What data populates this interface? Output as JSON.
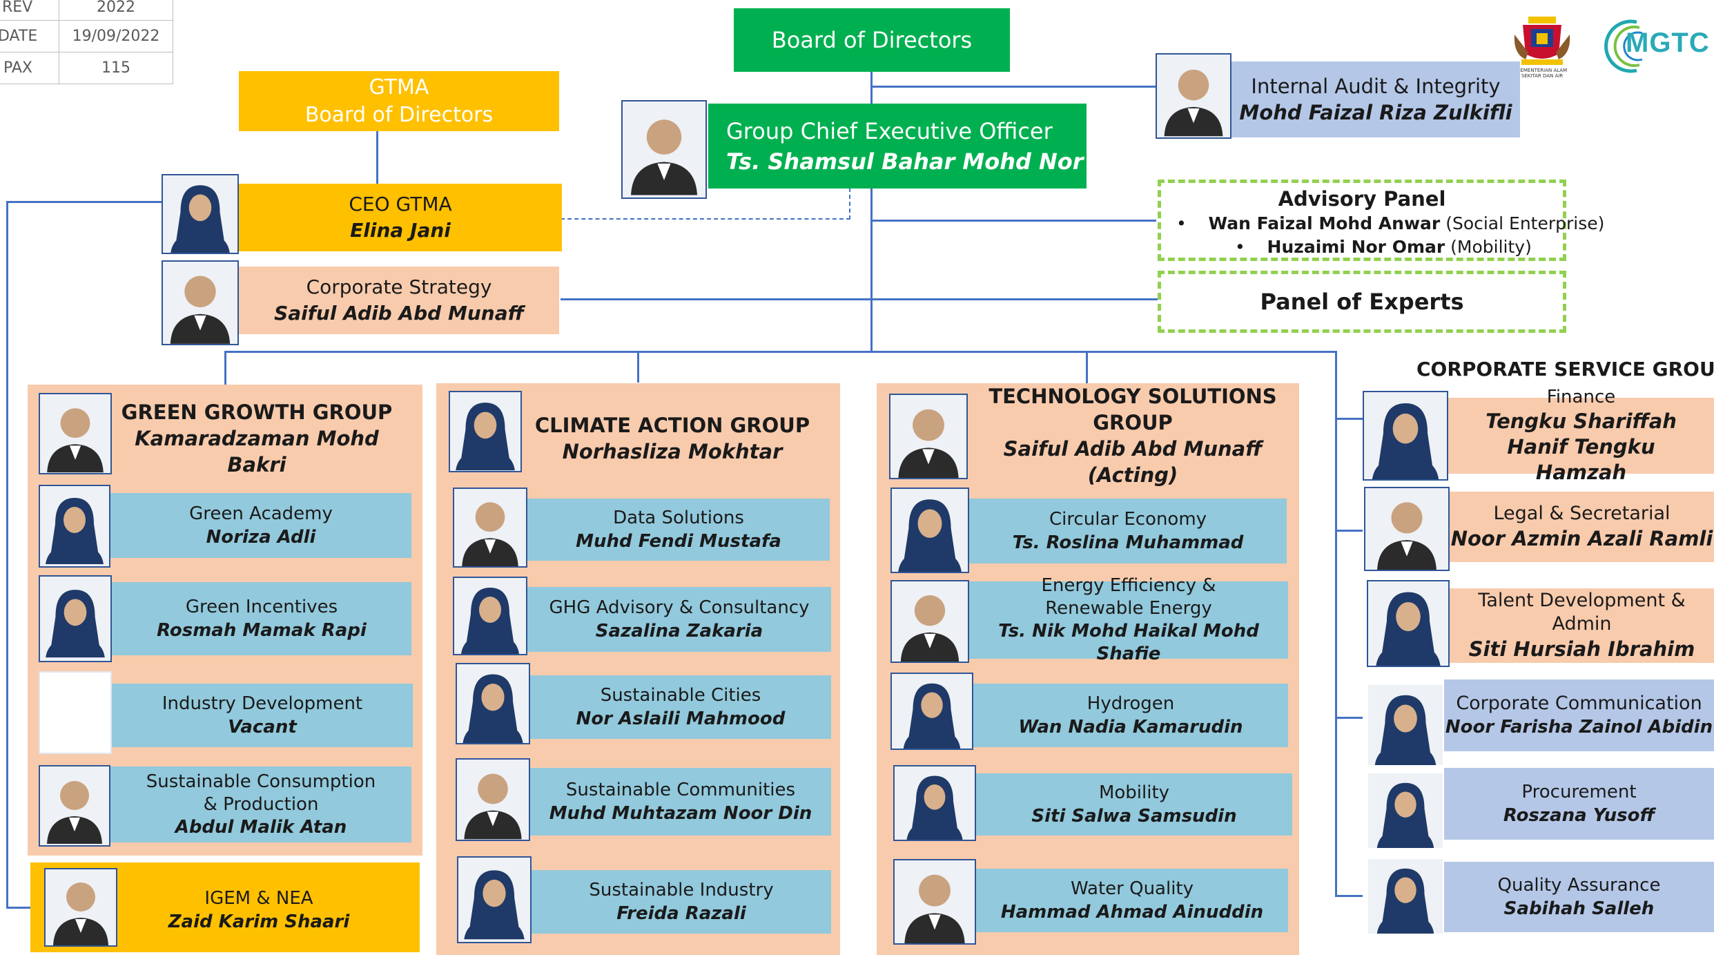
{
  "rev_table": {
    "rev_label": "REV",
    "rev_value": "2022",
    "date_label": "DATE",
    "date_value": "19/09/2022",
    "pax_label": "PAX",
    "pax_value": "115"
  },
  "logos": {
    "ministry_text": "KEMENTERIAN ALAM SEKITAR DAN AIR",
    "mgtc": "MGTC"
  },
  "board": {
    "label": "Board of Directors"
  },
  "gtma_board": {
    "line1": "GTMA",
    "line2": "Board of Directors"
  },
  "gceo": {
    "role": "Group Chief Executive Officer",
    "name": "Ts. Shamsul Bahar Mohd Nor"
  },
  "internal_audit": {
    "role": "Internal Audit & Integrity",
    "name": "Mohd Faizal Riza Zulkifli"
  },
  "ceo_gtma": {
    "role": "CEO GTMA",
    "name": "Elina Jani"
  },
  "corporate_strategy": {
    "role": "Corporate Strategy",
    "name": "Saiful Adib Abd Munaff"
  },
  "advisory": {
    "title": "Advisory Panel",
    "member1_name": "Wan Faizal Mohd Anwar",
    "member1_area": " (Social Enterprise)",
    "member2_name": "Huzaimi Nor Omar",
    "member2_area": " (Mobility)"
  },
  "experts": {
    "label": "Panel of Experts"
  },
  "green_growth": {
    "title": "GREEN GROWTH GROUP",
    "head": "Kamaradzaman Mohd Bakri",
    "units": [
      {
        "role": "Green Academy",
        "name": "Noriza Adli"
      },
      {
        "role": "Green Incentives",
        "name": "Rosmah Mamak Rapi"
      },
      {
        "role": "Industry Development",
        "name": "Vacant"
      },
      {
        "role": "Sustainable Consumption & Production",
        "name": "Abdul Malik Atan"
      }
    ]
  },
  "igem": {
    "role": "IGEM & NEA",
    "name": "Zaid Karim Shaari"
  },
  "climate": {
    "title": "CLIMATE ACTION GROUP",
    "head": "Norhasliza Mokhtar",
    "units": [
      {
        "role": "Data Solutions",
        "name": "Muhd Fendi Mustafa"
      },
      {
        "role": "GHG Advisory & Consultancy",
        "name": "Sazalina Zakaria"
      },
      {
        "role": "Sustainable Cities",
        "name": "Nor Aslaili Mahmood"
      },
      {
        "role": "Sustainable Communities",
        "name": "Muhd Muhtazam Noor Din"
      },
      {
        "role": "Sustainable Industry",
        "name": "Freida Razali"
      }
    ]
  },
  "tech": {
    "title": "TECHNOLOGY SOLUTIONS GROUP",
    "head": "Saiful Adib Abd Munaff (Acting)",
    "units": [
      {
        "role": "Circular Economy",
        "name": "Ts. Roslina Muhammad"
      },
      {
        "role": "Energy Efficiency & Renewable Energy",
        "name": "Ts. Nik Mohd Haikal Mohd Shafie"
      },
      {
        "role": "Hydrogen",
        "name": "Wan Nadia Kamarudin"
      },
      {
        "role": "Mobility",
        "name": "Siti Salwa Samsudin"
      },
      {
        "role": "Water Quality",
        "name": "Hammad Ahmad Ainuddin"
      }
    ]
  },
  "corporate": {
    "title": "CORPORATE SERVICE GROUP",
    "units": [
      {
        "role": "Finance",
        "name": "Tengku Shariffah Hanif Tengku Hamzah"
      },
      {
        "role": "Legal & Secretarial",
        "name": "Noor Azmin Azali Ramli"
      },
      {
        "role": "Talent Development & Admin",
        "name": "Siti Hursiah Ibrahim"
      },
      {
        "role": "Corporate Communication",
        "name": "Noor Farisha Zainol Abidin"
      },
      {
        "role": "Procurement",
        "name": "Roszana Yusoff"
      },
      {
        "role": "Quality Assurance",
        "name": "Sabihah Salleh"
      }
    ]
  },
  "colors": {
    "green": "#00b050",
    "yellow": "#ffc000",
    "peach": "#f8cbad",
    "blue": "#92c9dc",
    "lavender": "#b4c7e7",
    "connector": "#4472c4",
    "dashed_green": "#92d050"
  }
}
